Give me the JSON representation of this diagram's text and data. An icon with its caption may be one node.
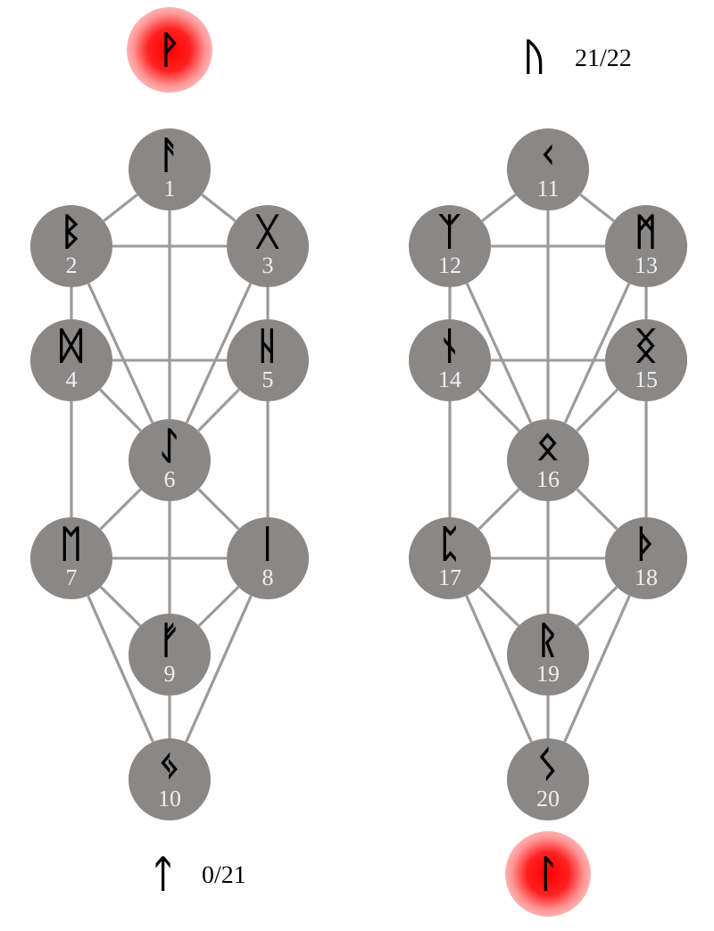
{
  "diagram": {
    "nodes": [
      {
        "text": [
          "ᚨ",
          "1"
        ]
      },
      {
        "text": [
          "ᛒ",
          "2"
        ]
      },
      {
        "text": [
          "ᚷ",
          "3"
        ]
      },
      {
        "text": [
          "ᛞ",
          "4"
        ]
      },
      {
        "text": [
          "ᚺ",
          "5"
        ]
      },
      {
        "text": [
          "ᛇ",
          "6"
        ]
      },
      {
        "text": [
          "ᛖ",
          "7"
        ]
      },
      {
        "text": [
          "ᛁ",
          "8"
        ]
      },
      {
        "text": [
          "ᚠ",
          "9"
        ]
      },
      {
        "text": [
          "ᛃ",
          "10"
        ]
      },
      {
        "text": [
          "ᚲ",
          "11"
        ]
      },
      {
        "text": [
          "ᛉ",
          "12"
        ]
      },
      {
        "text": [
          "ᛗ",
          "13"
        ]
      },
      {
        "text": [
          "ᚾ",
          "14"
        ]
      },
      {
        "text": [
          "ᛝ",
          "15"
        ]
      },
      {
        "text": [
          "ᛟ",
          "16"
        ]
      },
      {
        "text": [
          "ᛈ",
          "17"
        ]
      },
      {
        "text": [
          "ᚦ",
          "18"
        ]
      },
      {
        "text": [
          "ᚱ",
          "19"
        ]
      },
      {
        "text": [
          "ᛊ",
          "20"
        ]
      }
    ],
    "edges": [
      {
        "from": 0,
        "to": 1,
        "arrow": "none"
      },
      {
        "from": 0,
        "to": 2,
        "arrow": "none"
      },
      {
        "from": 0,
        "to": 5,
        "arrow": "none"
      },
      {
        "from": 1,
        "to": 2,
        "arrow": "none"
      },
      {
        "from": 1,
        "to": 3,
        "arrow": "none"
      },
      {
        "from": 1,
        "to": 5,
        "arrow": "none"
      },
      {
        "from": 2,
        "to": 4,
        "arrow": "none"
      },
      {
        "from": 2,
        "to": 5,
        "arrow": "none"
      },
      {
        "from": 3,
        "to": 4,
        "arrow": "none"
      },
      {
        "from": 3,
        "to": 5,
        "arrow": "none"
      },
      {
        "from": 4,
        "to": 5,
        "arrow": "none"
      },
      {
        "from": 3,
        "to": 6,
        "arrow": "none"
      },
      {
        "from": 4,
        "to": 7,
        "arrow": "none"
      },
      {
        "from": 5,
        "to": 6,
        "arrow": "none"
      },
      {
        "from": 5,
        "to": 7,
        "arrow": "none"
      },
      {
        "from": 5,
        "to": 8,
        "arrow": "none"
      },
      {
        "from": 6,
        "to": 7,
        "arrow": "none"
      },
      {
        "from": 6,
        "to": 8,
        "arrow": "none"
      },
      {
        "from": 7,
        "to": 8,
        "arrow": "none"
      },
      {
        "from": 6,
        "to": 9,
        "arrow": "none"
      },
      {
        "from": 7,
        "to": 9,
        "arrow": "none"
      },
      {
        "from": 8,
        "to": 9,
        "arrow": "none"
      },
      {
        "from": 10,
        "to": 11,
        "arrow": "none"
      },
      {
        "from": 10,
        "to": 12,
        "arrow": "none"
      },
      {
        "from": 10,
        "to": 15,
        "arrow": "none"
      },
      {
        "from": 11,
        "to": 12,
        "arrow": "none"
      },
      {
        "from": 11,
        "to": 13,
        "arrow": "none"
      },
      {
        "from": 11,
        "to": 15,
        "arrow": "none"
      },
      {
        "from": 12,
        "to": 14,
        "arrow": "none"
      },
      {
        "from": 12,
        "to": 15,
        "arrow": "none"
      },
      {
        "from": 13,
        "to": 14,
        "arrow": "none"
      },
      {
        "from": 13,
        "to": 15,
        "arrow": "none"
      },
      {
        "from": 14,
        "to": 15,
        "arrow": "none"
      },
      {
        "from": 13,
        "to": 16,
        "arrow": "none"
      },
      {
        "from": 14,
        "to": 17,
        "arrow": "none"
      },
      {
        "from": 15,
        "to": 16,
        "arrow": "none"
      },
      {
        "from": 15,
        "to": 17,
        "arrow": "none"
      },
      {
        "from": 15,
        "to": 18,
        "arrow": "none"
      },
      {
        "from": 16,
        "to": 17,
        "arrow": "none"
      },
      {
        "from": 16,
        "to": 18,
        "arrow": "none"
      },
      {
        "from": 17,
        "to": 18,
        "arrow": "none"
      },
      {
        "from": 16,
        "to": 19,
        "arrow": "none"
      },
      {
        "from": 17,
        "to": 19,
        "arrow": "none"
      },
      {
        "from": 18,
        "to": 19,
        "arrow": "none"
      }
    ],
    "labels": [
      "ᚹ",
      "ᚢ",
      "21/22",
      "ᛏ",
      "0/21",
      "ᛚ"
    ]
  }
}
